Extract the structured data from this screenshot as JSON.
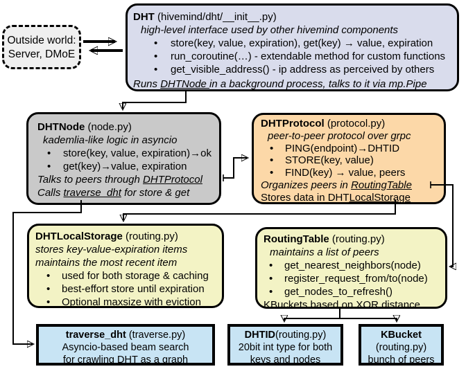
{
  "colors": {
    "dht_bg": "#d9dcec",
    "node_bg": "#c9c9c9",
    "protocol_bg": "#fcd8a8",
    "storage_bg": "#f3f3c5",
    "routing_bg": "#f3f3c5",
    "leaf_bg": "#c8e4f4",
    "outside_bg": "#efefef",
    "stroke": "#000000"
  },
  "outside": {
    "line1": "Outside world:",
    "line2": "Server, DMoE"
  },
  "dht": {
    "title": "DHT",
    "title_suffix": " (hivemind/dht/__init__.py)",
    "subtitle": "high-level interface used by other hivemind components",
    "bullets": [
      "store(key, value, expiration), get(key) → value, expiration",
      "run_coroutine(…) - extendable method for custom functions",
      "get_visible_address() - ip address as perceived by others"
    ],
    "footer_pre": "Runs ",
    "footer_link": "DHTNode ",
    "footer_post": "in a background process, talks to it via mp.Pipe"
  },
  "dhtnode": {
    "title": "DHTNode",
    "title_suffix": " (node.py)",
    "subtitle": "kademlia-like logic in asyncio",
    "bullets": [
      "store(key, value, expiration)→ok",
      "get(key)→value, expiration"
    ],
    "talks_pre": "Talks to peers through ",
    "talks_link": "DHTProtocol",
    "calls_pre": "Calls ",
    "calls_link": "traverse_dht",
    "calls_post": " for store & get"
  },
  "dhtprotocol": {
    "title": "DHTProtocol",
    "title_suffix": " (protocol.py)",
    "subtitle": "peer-to-peer protocol over grpc",
    "bullets": [
      "PING(endpoint)→DHTID",
      "STORE(key, value)",
      "FIND(key) → value, peers"
    ],
    "organizes_pre": "Organizes peers in ",
    "organizes_link": "RoutingTable",
    "stores_pre": "Stores data in DHT",
    "stores_link": "LocalStorage"
  },
  "storage": {
    "title": "DHTLocalStorage",
    "title_suffix": " (routing.py)",
    "subtitle1": "stores key-value-expiration items",
    "subtitle2": "maintains the most recent item",
    "bullets": [
      "used for both storage & caching",
      "best-effort store until expiration",
      "Optional maxsize with eviction"
    ]
  },
  "routing": {
    "title": "RoutingTable",
    "title_suffix": " (routing.py)",
    "subtitle": "maintains a list of peers",
    "bullets": [
      "get_nearest_neighbors(node)",
      "register_request_from/to(node)",
      "get_nodes_to_refresh()"
    ],
    "footer": "KBuckets based on XOR distance"
  },
  "traverse": {
    "title": "traverse_dht",
    "title_suffix": " (traverse.py)",
    "line2": "Asyncio-based beam search",
    "line3": "for crawling DHT as a graph"
  },
  "dhtid": {
    "title": "DHTID",
    "title_suffix": "(routing.py)",
    "line2": "20bit int type for both",
    "line3": "keys and nodes"
  },
  "kbucket": {
    "title": "KBucket",
    "line2": "(routing.py)",
    "line3": "bunch of peers"
  }
}
